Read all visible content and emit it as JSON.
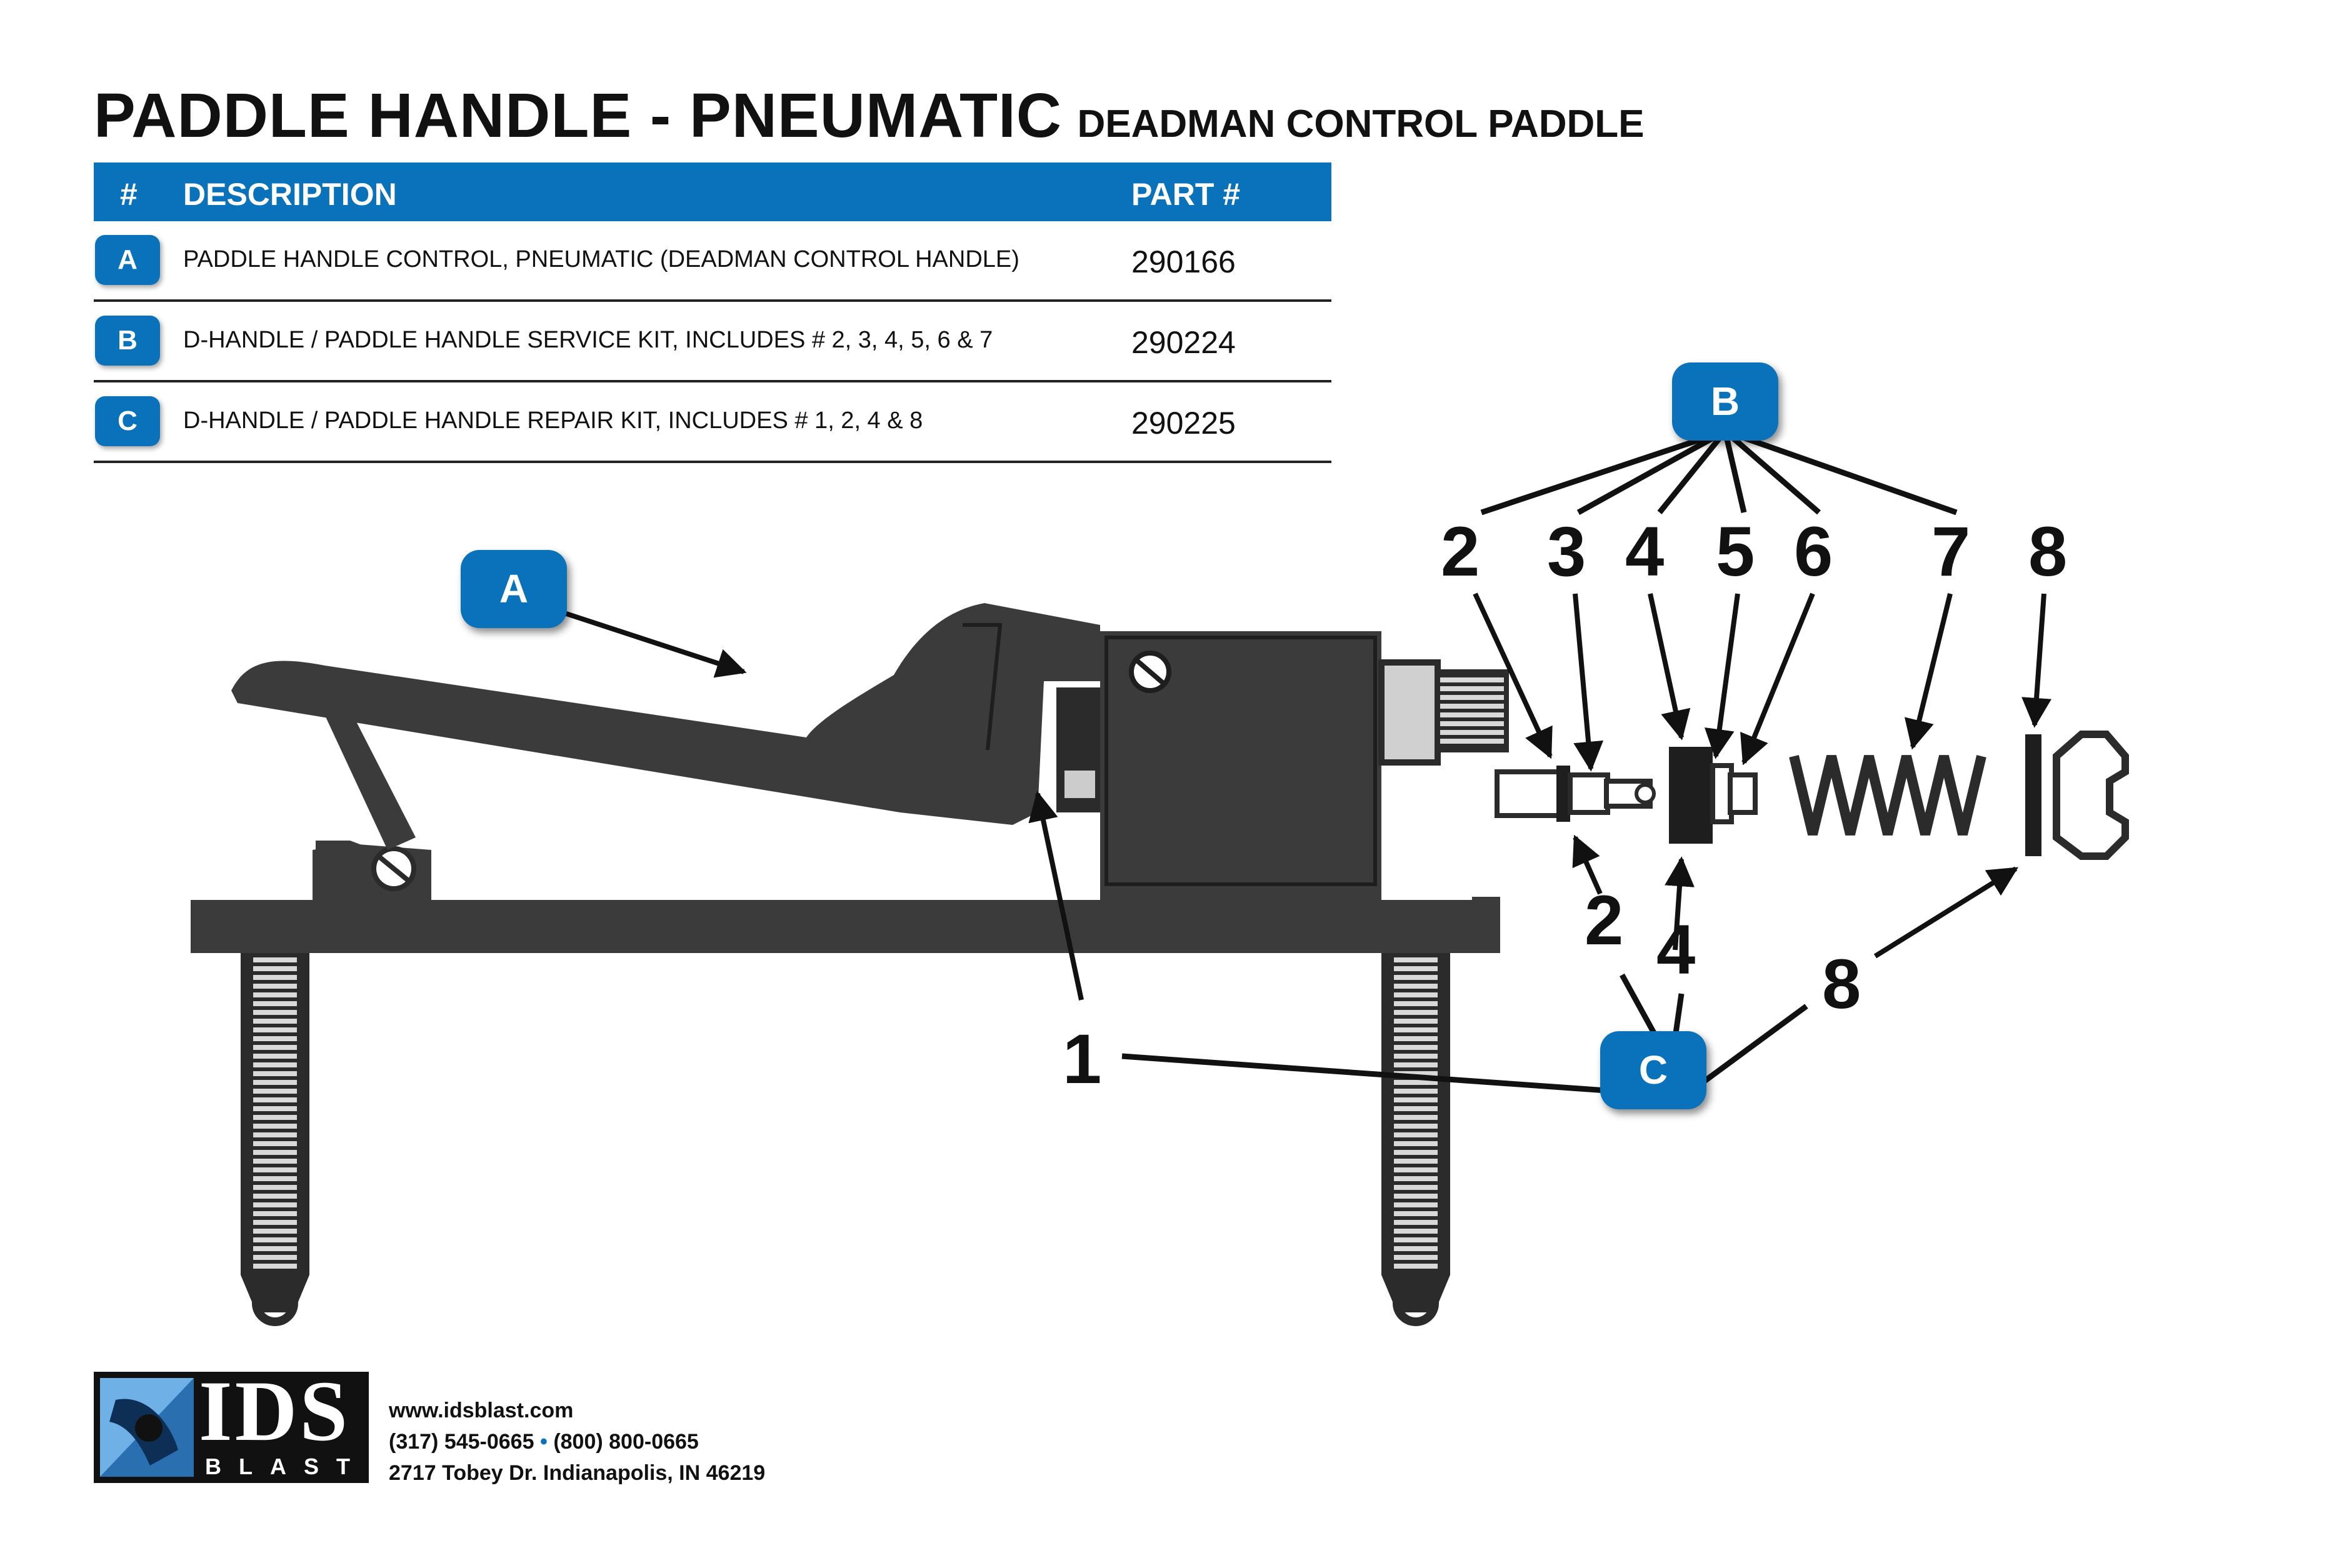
{
  "title": {
    "main": "PADDLE HANDLE - PNEUMATIC",
    "sub": "DEADMAN CONTROL PADDLE"
  },
  "table": {
    "headers": {
      "num": "#",
      "description": "DESCRIPTION",
      "part": "PART #"
    },
    "rows": [
      {
        "id": "A",
        "description": "PADDLE HANDLE CONTROL, PNEUMATIC (DEADMAN CONTROL HANDLE)",
        "part": "290166"
      },
      {
        "id": "B",
        "description": "D-HANDLE / PADDLE HANDLE SERVICE KIT, INCLUDES # 2, 3, 4, 5, 6 & 7",
        "part": "290224"
      },
      {
        "id": "C",
        "description": "D-HANDLE / PADDLE HANDLE REPAIR KIT, INCLUDES # 1, 2, 4 & 8",
        "part": "290225"
      }
    ]
  },
  "diagram": {
    "callouts": {
      "a": "A",
      "b": "B",
      "c": "C"
    },
    "top_numbers": [
      "2",
      "3",
      "4",
      "5",
      "6",
      "7",
      "8"
    ],
    "lower_numbers": {
      "n2": "2",
      "n4": "4",
      "n8": "8",
      "n1": "1"
    }
  },
  "colors": {
    "accent": "#0a72bb",
    "part_fill": "#3b3b3b"
  },
  "footer": {
    "logo_text": "IDS",
    "logo_subtext": "BLAST",
    "website": "www.idsblast.com",
    "phone1": "(317) 545-0665",
    "phone2": "(800) 800-0665",
    "address": "2717 Tobey Dr. Indianapolis, IN 46219"
  }
}
